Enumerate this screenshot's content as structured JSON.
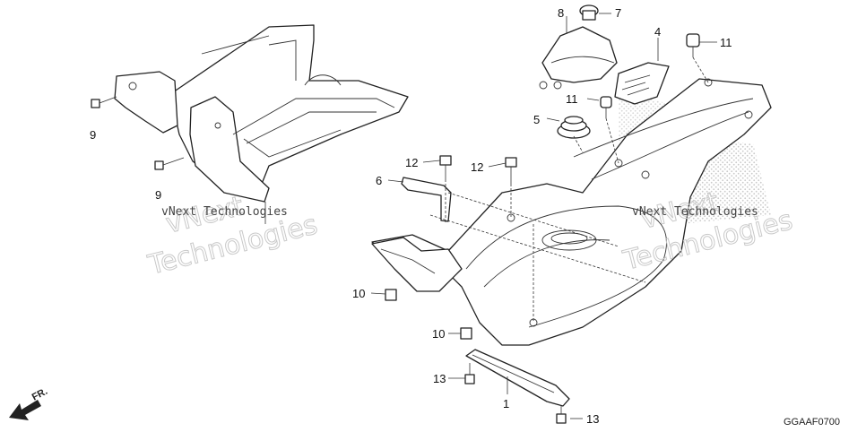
{
  "callouts": [
    {
      "id": "c1",
      "text": "1"
    },
    {
      "id": "c4",
      "text": "4"
    },
    {
      "id": "c5",
      "text": "5"
    },
    {
      "id": "c6",
      "text": "6"
    },
    {
      "id": "c7",
      "text": "7"
    },
    {
      "id": "c8",
      "text": "8"
    },
    {
      "id": "c9a",
      "text": "9"
    },
    {
      "id": "c9b",
      "text": "9"
    },
    {
      "id": "c10a",
      "text": "10"
    },
    {
      "id": "c10b",
      "text": "10"
    },
    {
      "id": "c11a",
      "text": "11"
    },
    {
      "id": "c11b",
      "text": "11"
    },
    {
      "id": "c12a",
      "text": "12"
    },
    {
      "id": "c12b",
      "text": "12"
    },
    {
      "id": "c13a",
      "text": "13"
    },
    {
      "id": "c13b",
      "text": "13"
    }
  ],
  "watermark": {
    "large_line1": "vNext",
    "large_line2": "Technologies",
    "small": "vNext Technologies"
  },
  "direction_label": "FR.",
  "diagram_code": "GGAAF0700"
}
